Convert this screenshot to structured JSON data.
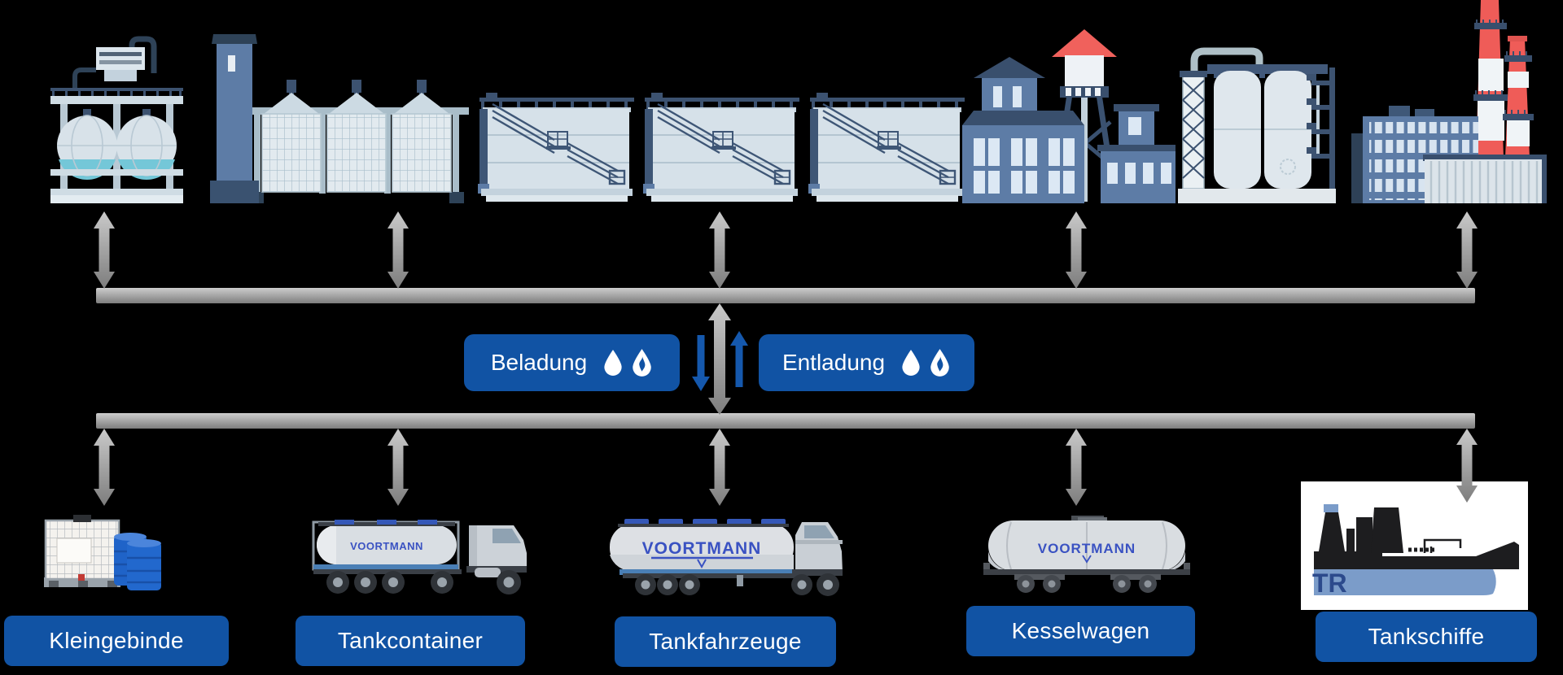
{
  "diagram": {
    "background": "#000000",
    "badge_blue": "#1153a4",
    "logo_blue": "#3a52c2",
    "arrow_gray": "#a0a0a0",
    "arrow_blue": "#1558ad",
    "chimney_red": "#ef5c58"
  },
  "facilities": {
    "items": [
      {
        "name": "spherical-tank-plant"
      },
      {
        "name": "silo-plant"
      },
      {
        "name": "storage-tank-farm"
      },
      {
        "name": "factory-with-water-tower"
      },
      {
        "name": "chemical-plant"
      },
      {
        "name": "factory-with-chimneys"
      }
    ]
  },
  "middle": {
    "beladung": "Beladung",
    "entladung": "Entladung",
    "icons": [
      "droplet-icon",
      "flame-droplet-icon"
    ]
  },
  "transports": [
    {
      "label": "Kleingebinde"
    },
    {
      "label": "Tankcontainer",
      "brand": "VOORTMANN"
    },
    {
      "label": "Tankfahrzeuge",
      "brand": "VOORTMANN"
    },
    {
      "label": "Kesselwagen",
      "brand": "VOORTMANN"
    },
    {
      "label": "Tankschiffe",
      "hull_text": "TR"
    }
  ]
}
